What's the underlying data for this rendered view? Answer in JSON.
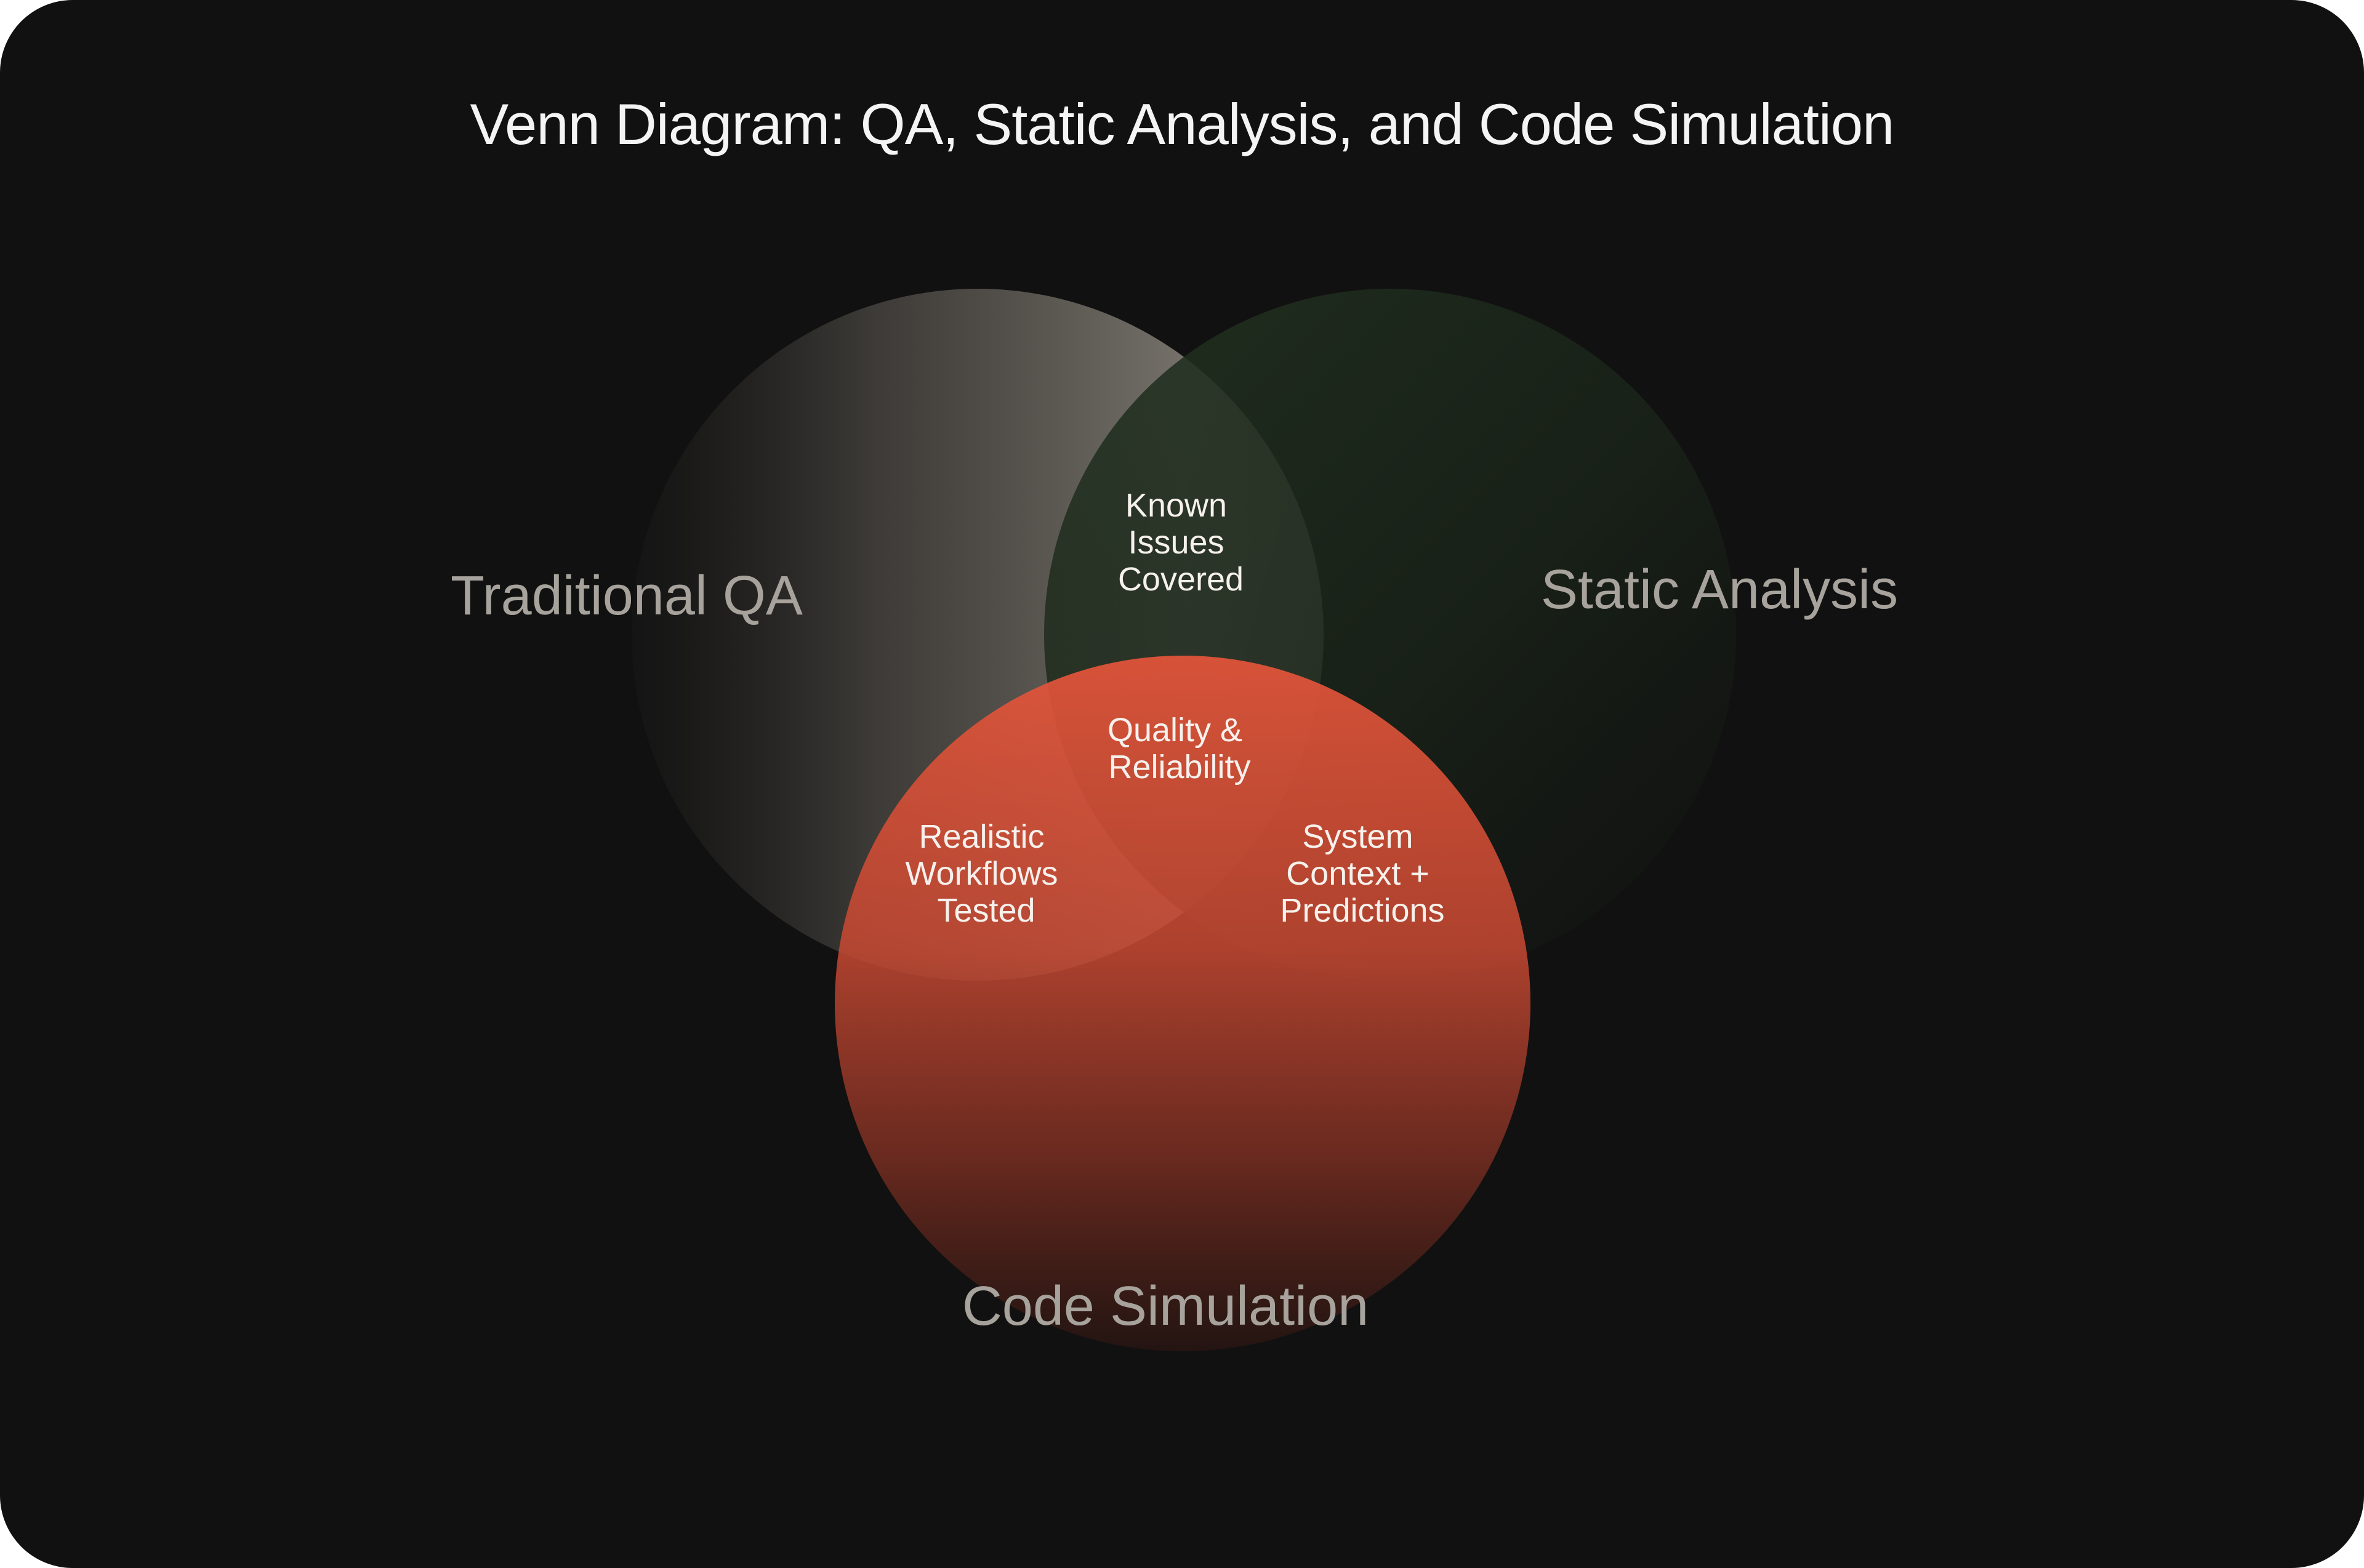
{
  "title": "Venn Diagram: QA, Static Analysis, and Code Simulation",
  "colors": {
    "background": "#111111",
    "traditional_qa": "#7a766e",
    "static_analysis": "#223220",
    "code_simulation": "#e2513a"
  },
  "sets": {
    "traditional_qa": {
      "label": "Traditional QA"
    },
    "static_analysis": {
      "label": "Static Analysis"
    },
    "code_simulation": {
      "label": "Code Simulation"
    }
  },
  "regions": {
    "qa_static": {
      "lines": [
        "Known",
        "Issues",
        "Covered"
      ]
    },
    "all_three": {
      "lines": [
        "Quality &",
        "Reliability"
      ]
    },
    "qa_simulation": {
      "lines": [
        "Realistic",
        "Workflows",
        "Tested"
      ]
    },
    "static_simulation": {
      "lines": [
        "System",
        "Context +",
        "Predictions"
      ]
    }
  }
}
